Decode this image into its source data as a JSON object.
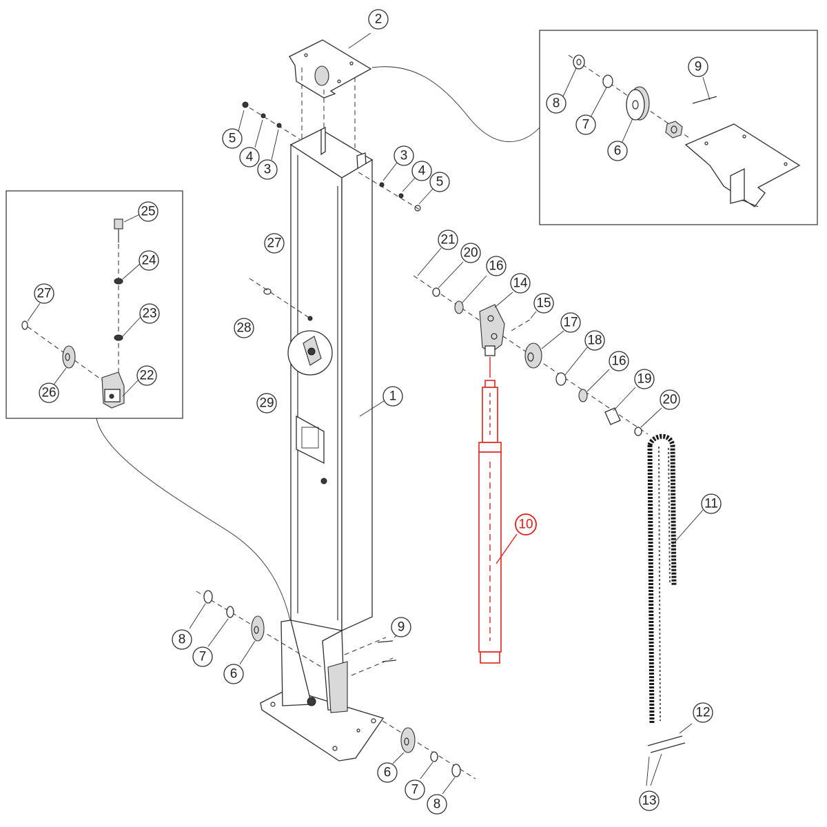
{
  "colors": {
    "line": "#2b2b2b",
    "highlight": "#e0201b",
    "background": "#ffffff"
  },
  "highlighted_part": "10",
  "callouts": {
    "c1": "1",
    "c2": "2",
    "c3a": "3",
    "c4a": "4",
    "c5a": "5",
    "c3b": "3",
    "c4b": "4",
    "c5b": "5",
    "c6a": "6",
    "c7a": "7",
    "c8a": "8",
    "c9a": "9",
    "c10": "10",
    "c11": "11",
    "c12": "12",
    "c13": "13",
    "c14": "14",
    "c15": "15",
    "c16a": "16",
    "c16b": "16",
    "c17": "17",
    "c18": "18",
    "c19": "19",
    "c20a": "20",
    "c20b": "20",
    "c21": "21",
    "c22": "22",
    "c23": "23",
    "c24": "24",
    "c25": "25",
    "c26": "26",
    "c27a": "27",
    "c27b": "27",
    "c28": "28",
    "c29": "29",
    "c6b": "6",
    "c7b": "7",
    "c8b": "8",
    "c9b": "9",
    "c6c": "6",
    "c7c": "7",
    "c8c": "8"
  }
}
